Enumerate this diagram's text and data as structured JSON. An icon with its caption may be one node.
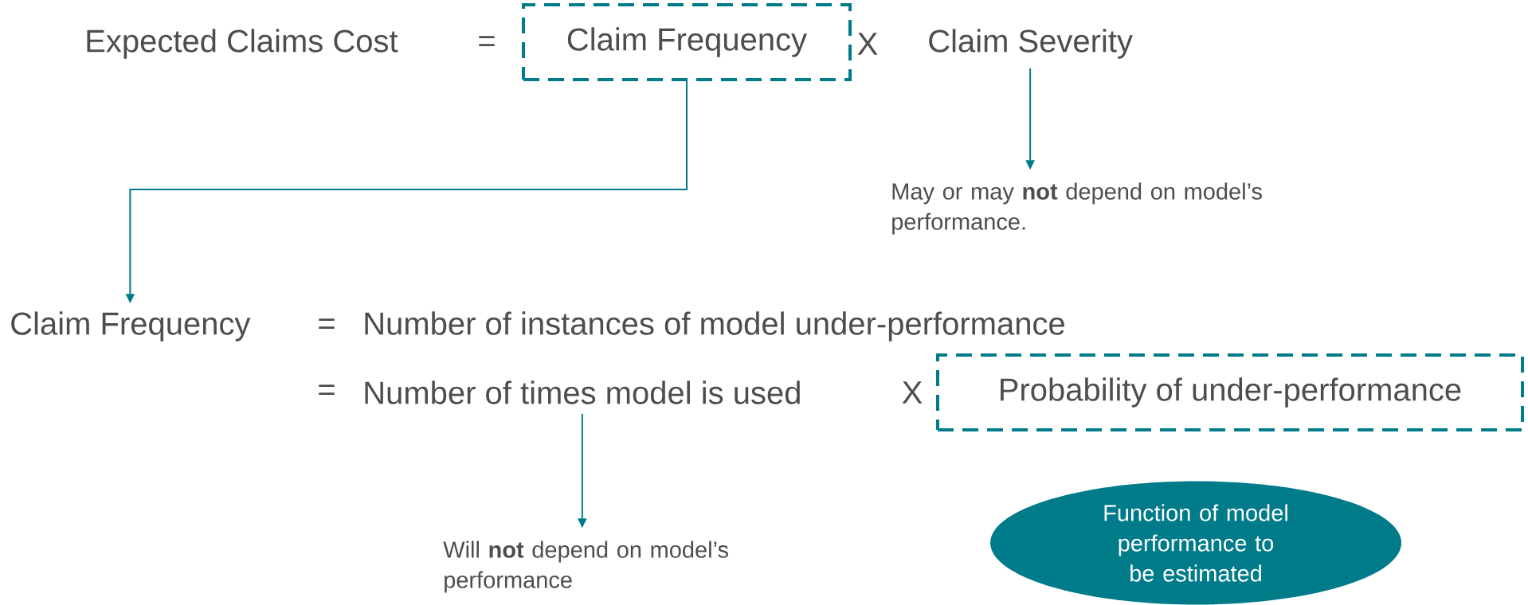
{
  "diagram": {
    "nodes": [
      {
        "text": [
          "Expected Claims Cost"
        ]
      },
      {
        "text": [
          "Claim Frequency"
        ]
      },
      {
        "text": [
          "Claim Severity"
        ]
      },
      {
        "text": [
          "May or may **not** depend on model’s performance."
        ]
      },
      {
        "text": [
          "Claim Frequency"
        ]
      },
      {
        "text": [
          "Number of instances of model under-performance"
        ]
      },
      {
        "text": [
          "Number of times model is used"
        ]
      },
      {
        "text": [
          "Probability of under-performance"
        ]
      },
      {
        "text": [
          "Will **not** depend on model’s performance"
        ]
      },
      {
        "text": [
          "Function of model performance to be estimated"
        ]
      }
    ],
    "edges": [
      {
        "from": 1,
        "to": 4,
        "arrow": "to"
      },
      {
        "from": 2,
        "to": 3,
        "arrow": "to"
      },
      {
        "from": 6,
        "to": 8,
        "arrow": "to"
      }
    ],
    "labels": [
      "=",
      "X",
      "=",
      "=",
      "X"
    ]
  }
}
